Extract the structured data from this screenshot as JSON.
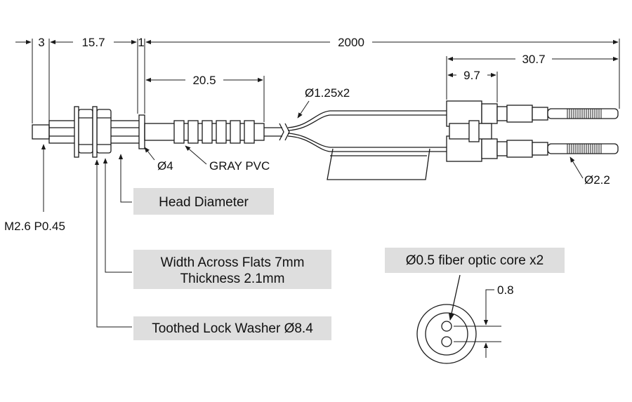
{
  "dimensions": {
    "tip_length": "3",
    "thread_length": "15.7",
    "flange": "1",
    "cable_length": "2000",
    "connector_length": "30.7",
    "connector_head": "9.7",
    "sleeve_length": "20.5",
    "cable_dia": "Ø1.25x2",
    "sleeve_dia": "Ø4",
    "sleeve_material": "GRAY PVC",
    "pin_dia": "Ø2.2",
    "thread_spec": "M2.6 P0.45",
    "core_pitch": "0.8"
  },
  "callouts": {
    "head_diameter": "Head Diameter",
    "nut_line1": "Width Across Flats 7mm",
    "nut_line2": "Thickness 2.1mm",
    "washer": "Toothed Lock Washer Ø8.4",
    "fiber_core": "Ø0.5 fiber optic core x2"
  }
}
